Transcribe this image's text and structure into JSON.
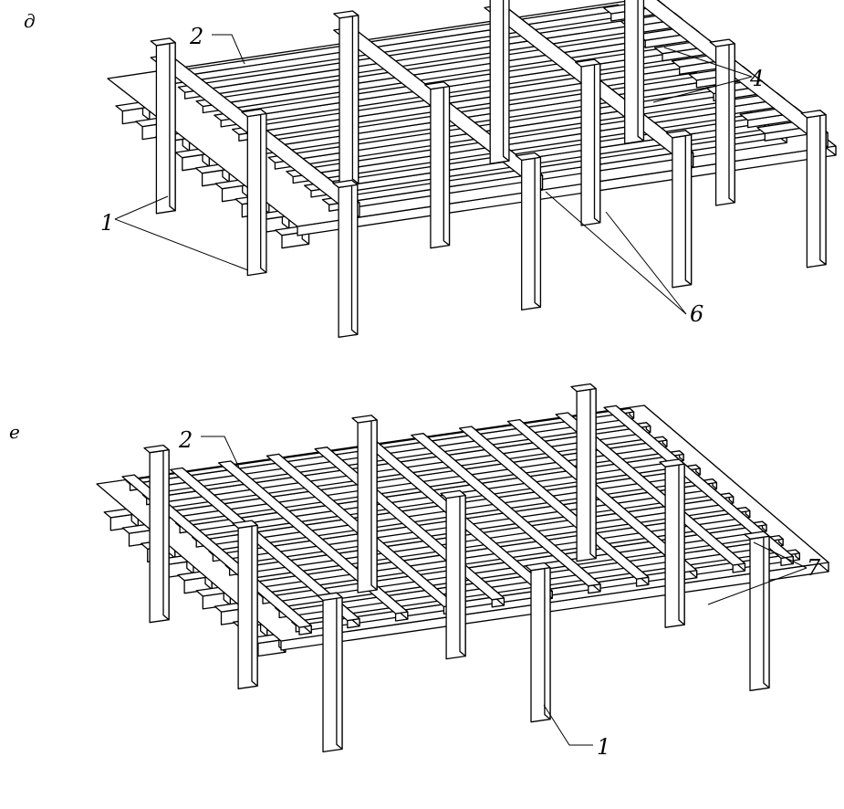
{
  "panels": [
    {
      "id": "d",
      "letter": "д",
      "labels": {
        "slab": "2",
        "columns": "1",
        "secondary_beams": "4",
        "main_beams": "6"
      }
    },
    {
      "id": "e",
      "letter": "е",
      "labels": {
        "slab": "2",
        "grid_beams": "7",
        "column": "1"
      }
    }
  ]
}
